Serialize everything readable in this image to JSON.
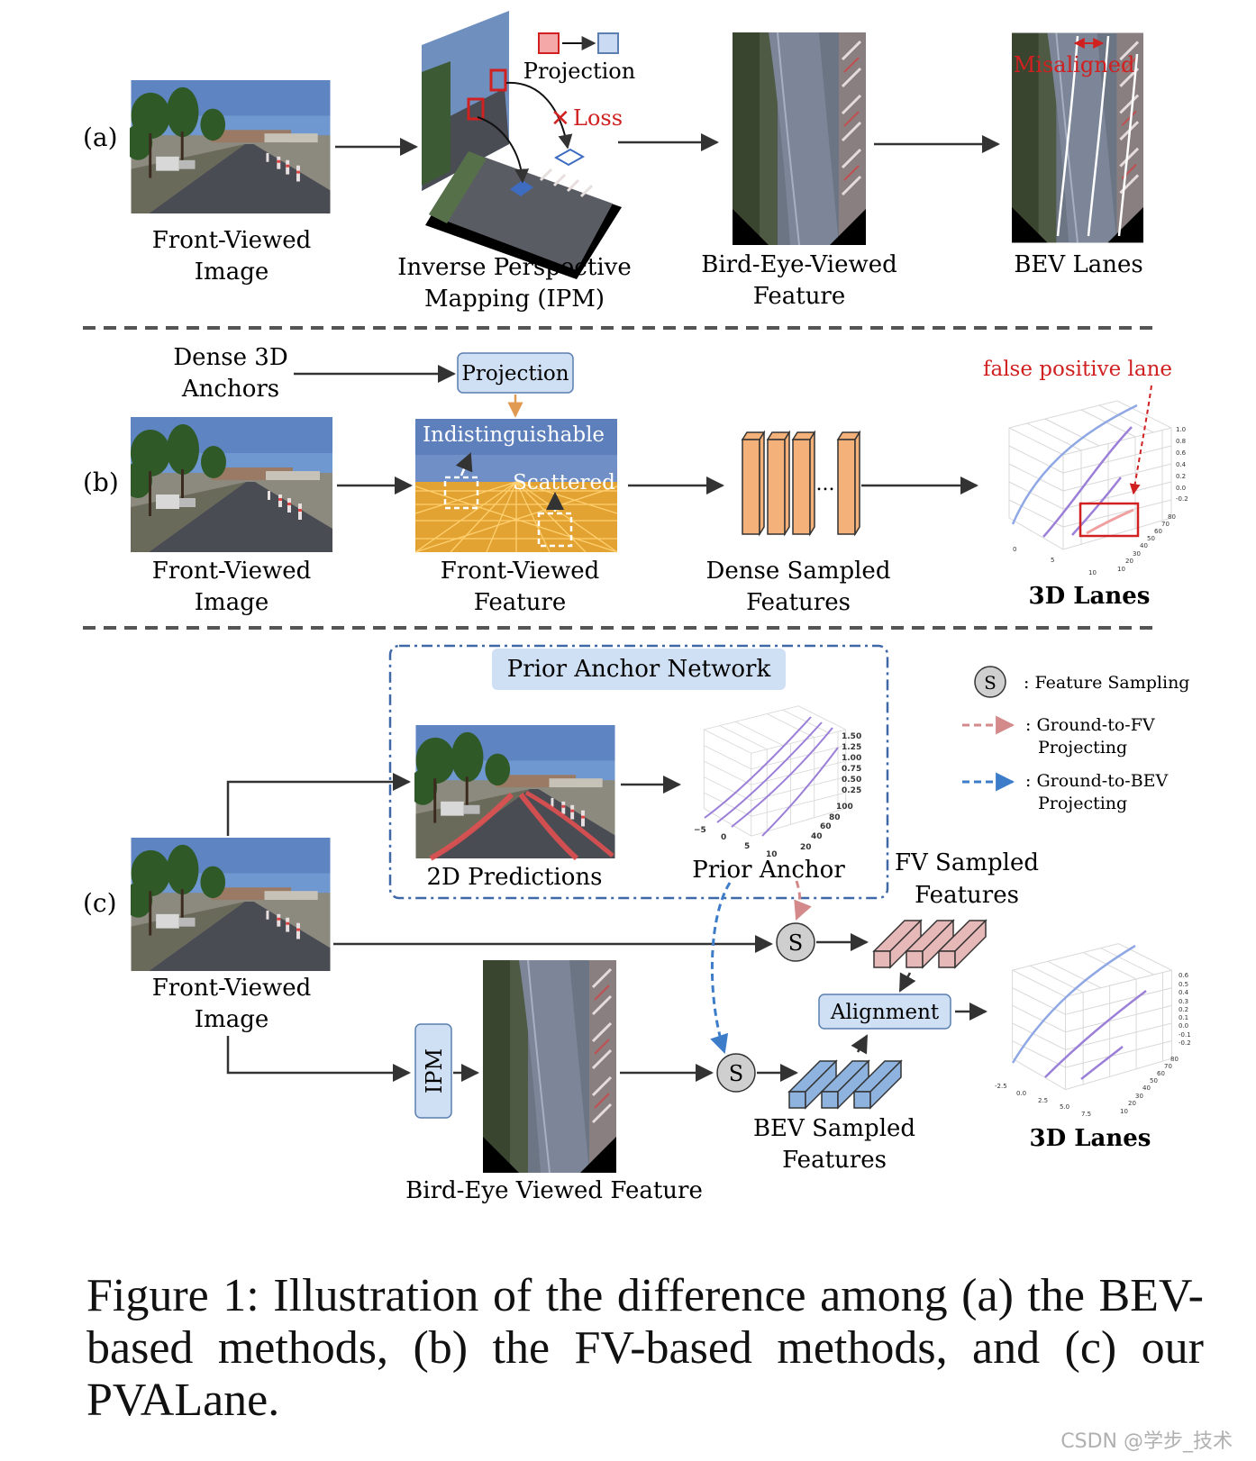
{
  "colors": {
    "sky": "#6e90c8",
    "road": "#4b4d55",
    "red_accent": "#d02020",
    "blue_box": "#cfe0f4",
    "blue_box_border": "#5a7fb0",
    "orange_block": "#f4b27a",
    "pink_block": "#e7b8b8",
    "blue_block": "#8db3de",
    "dash_frame": "#3f68a8",
    "pink_arrow": "#d48a8a",
    "blue_arrow": "#3d7cc9",
    "lane_purple": "#9b7fd8"
  },
  "panel_a": {
    "tag": "(a)",
    "front_label": [
      "Front-Viewed",
      "Image"
    ],
    "ipm_label": [
      "Inverse Perspective",
      "Mapping (IPM)"
    ],
    "projection_label": "Projection",
    "loss_label": "Loss",
    "bev_feature_label": [
      "Bird-Eye-Viewed",
      "Feature"
    ],
    "bev_lanes_label": "BEV Lanes",
    "misaligned_label": "Misaligned"
  },
  "panel_b": {
    "tag": "(b)",
    "anchors_label": [
      "Dense 3D",
      "Anchors"
    ],
    "projection_box": "Projection",
    "indistinguishable_label": "Indistinguishable",
    "scattered_label": "Scattered",
    "front_label": [
      "Front-Viewed",
      "Image"
    ],
    "fv_feature_label": [
      "Front-Viewed",
      "Feature"
    ],
    "dense_label": [
      "Dense Sampled",
      "Features"
    ],
    "ellipsis": "...",
    "fp_label": "false positive lane",
    "lanes_label": "3D Lanes",
    "ticks_right": [
      "1.0",
      "0.8",
      "0.6",
      "0.4",
      "0.2",
      "0.0",
      "-0.2"
    ],
    "ticks_depth": [
      "80",
      "70",
      "60",
      "50",
      "40",
      "30",
      "20",
      "10"
    ],
    "ticks_bottom": [
      "0",
      "5",
      "10"
    ]
  },
  "panel_c": {
    "tag": "(c)",
    "prior_network_title": "Prior Anchor Network",
    "predictions_label": "2D Predictions",
    "prior_anchor_label": "Prior Anchor",
    "prior_ticks_right": [
      "1.50",
      "1.25",
      "1.00",
      "0.75",
      "0.50",
      "0.25"
    ],
    "prior_ticks_depth": [
      "100",
      "80",
      "60",
      "40",
      "20"
    ],
    "prior_ticks_bottom": [
      "−5",
      "0",
      "5",
      "10"
    ],
    "legend_s": "S",
    "legend_sampling": ": Feature Sampling",
    "legend_fv": [
      ": Ground-to-FV",
      "Projecting"
    ],
    "legend_bev": [
      ": Ground-to-BEV",
      "Projecting"
    ],
    "front_label": [
      "Front-Viewed",
      "Image"
    ],
    "ipm_box": "IPM",
    "bev_feature_label": "Bird-Eye Viewed Feature",
    "fv_sampled_label": [
      "FV Sampled",
      "Features"
    ],
    "bev_sampled_label": [
      "BEV Sampled",
      "Features"
    ],
    "alignment_box": "Alignment",
    "sampler_symbol": "S",
    "lanes_label": "3D Lanes",
    "ticks_right": [
      "0.6",
      "0.5",
      "0.4",
      "0.3",
      "0.2",
      "0.1",
      "0.0",
      "-0.1",
      "-0.2"
    ],
    "ticks_depth": [
      "80",
      "70",
      "60",
      "50",
      "40",
      "30",
      "20",
      "10"
    ],
    "ticks_bottom": [
      "-2.5",
      "0.0",
      "2.5",
      "5.0",
      "7.5"
    ]
  },
  "caption": "Figure 1: Illustration of the difference among (a) the BEV-based methods, (b) the FV-based methods, and (c) our PVALane.",
  "watermark": "CSDN @学步_技术"
}
